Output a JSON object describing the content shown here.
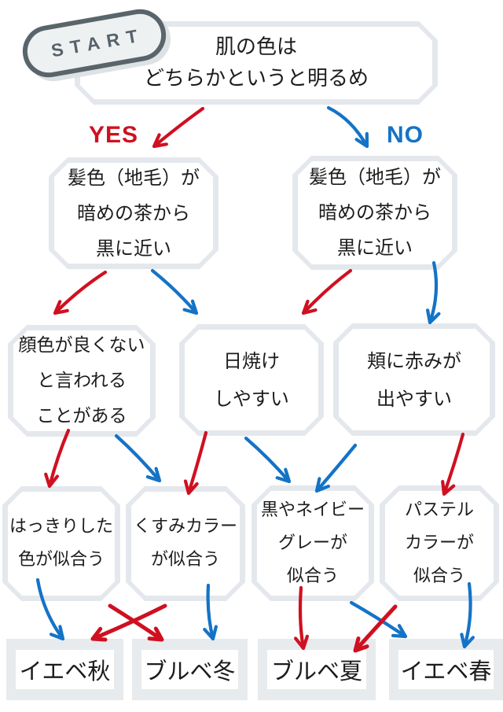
{
  "colors": {
    "red": "#cf1021",
    "blue": "#1473c6",
    "box_border": "#e4e8ed",
    "box_fill": "#ffffff",
    "result_bg": "#e7ebee",
    "start_border": "#5a656b",
    "start_fill": "#eef1f2",
    "start_text": "#57626a",
    "text": "#1c1c1c"
  },
  "start": {
    "label": "START"
  },
  "branch_labels": {
    "yes": "YES",
    "no": "NO"
  },
  "nodes": {
    "q1": {
      "lines": [
        "肌の色は",
        "どちらかというと明るめ"
      ]
    },
    "q2_yes": {
      "lines": [
        "髪色（地毛）が",
        "暗めの茶から",
        "黒に近い"
      ]
    },
    "q2_no": {
      "lines": [
        "髪色（地毛）が",
        "暗めの茶から",
        "黒に近い"
      ]
    },
    "q3_left": {
      "lines": [
        "顔色が良くない",
        "と言われる",
        "ことがある"
      ]
    },
    "q3_mid": {
      "lines": [
        "日焼け",
        "しやすい"
      ]
    },
    "q3_right": {
      "lines": [
        "頬に赤みが",
        "出やすい"
      ]
    },
    "q4_a": {
      "lines": [
        "はっきりした",
        "色が似合う"
      ]
    },
    "q4_b": {
      "lines": [
        "くすみカラー",
        "が似合う"
      ]
    },
    "q4_c": {
      "lines": [
        "黒やネイビー",
        "グレーが",
        "似合う"
      ]
    },
    "q4_d": {
      "lines": [
        "パステル",
        "カラーが",
        "似合う"
      ]
    }
  },
  "results": [
    {
      "id": "autumn",
      "label": "イエベ秋"
    },
    {
      "id": "winter",
      "label": "ブルベ冬"
    },
    {
      "id": "summer",
      "label": "ブルベ夏"
    },
    {
      "id": "spring",
      "label": "イエベ春"
    }
  ],
  "edges": [
    {
      "from": "q1",
      "to": "q2_yes",
      "color": "red",
      "label": "YES"
    },
    {
      "from": "q1",
      "to": "q2_no",
      "color": "blue",
      "label": "NO"
    },
    {
      "from": "q2_yes",
      "to": "q3_left",
      "color": "red"
    },
    {
      "from": "q2_yes",
      "to": "q3_mid",
      "color": "blue"
    },
    {
      "from": "q2_no",
      "to": "q3_mid",
      "color": "red"
    },
    {
      "from": "q2_no",
      "to": "q3_right",
      "color": "blue"
    },
    {
      "from": "q3_left",
      "to": "q4_a",
      "color": "red"
    },
    {
      "from": "q3_left",
      "to": "q4_b",
      "color": "blue"
    },
    {
      "from": "q3_mid",
      "to": "q4_b",
      "color": "red"
    },
    {
      "from": "q3_mid",
      "to": "q4_c",
      "color": "blue"
    },
    {
      "from": "q3_right",
      "to": "q4_c",
      "color": "blue"
    },
    {
      "from": "q3_right",
      "to": "q4_d",
      "color": "red"
    },
    {
      "from": "q4_a",
      "to": "autumn",
      "color": "blue"
    },
    {
      "from": "q4_a",
      "to": "winter",
      "color": "red"
    },
    {
      "from": "q4_b",
      "to": "autumn",
      "color": "red"
    },
    {
      "from": "q4_b",
      "to": "winter",
      "color": "blue"
    },
    {
      "from": "q4_c",
      "to": "summer",
      "color": "red"
    },
    {
      "from": "q4_c",
      "to": "spring",
      "color": "blue"
    },
    {
      "from": "q4_d",
      "to": "summer",
      "color": "red"
    },
    {
      "from": "q4_d",
      "to": "spring",
      "color": "blue"
    }
  ]
}
